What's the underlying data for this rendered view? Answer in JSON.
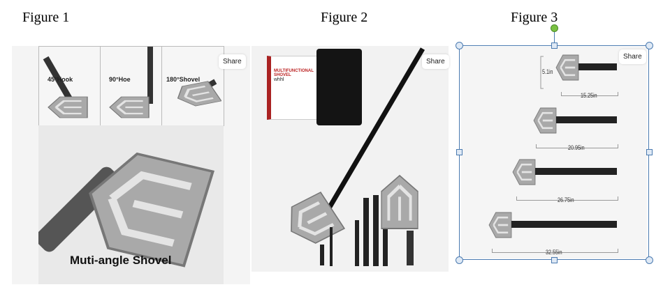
{
  "figures": [
    {
      "caption": "Figure 1",
      "share": "Share",
      "angles": [
        "45°Hook",
        "90°Hoe",
        "180°Shovel"
      ],
      "title": "Muti-angle Shovel"
    },
    {
      "caption": "Figure 2",
      "share": "Share",
      "box_text": [
        "MULTIFUNCTIONAL",
        "SHOVEL",
        "whhl"
      ]
    },
    {
      "caption": "Figure 3",
      "share": "Share",
      "dimensions": [
        "5.1in",
        "15.25in",
        "20.95in",
        "26.75in",
        "32.55in"
      ]
    }
  ],
  "colors": {
    "selection": "#4a7ab0",
    "rotate_handle": "#7ac142"
  }
}
